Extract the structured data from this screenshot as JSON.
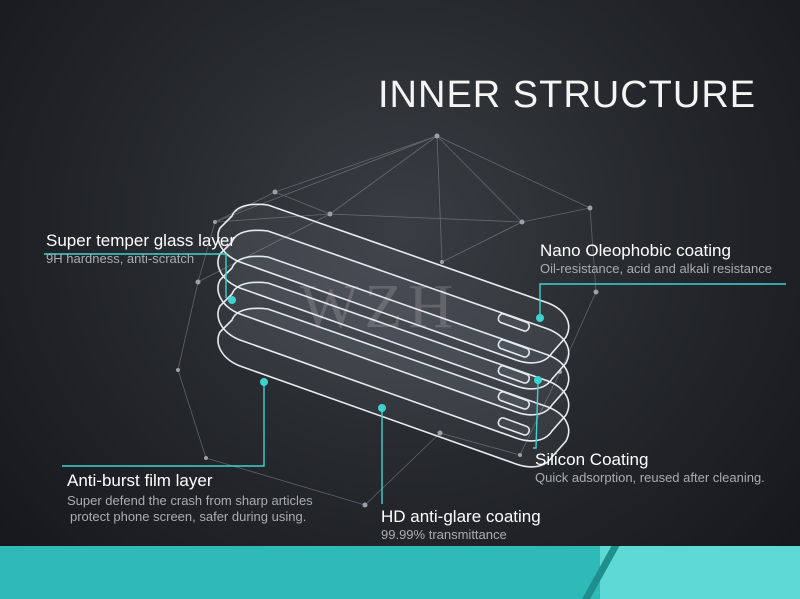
{
  "title": "INNER STRUCTURE",
  "watermark": "WZH",
  "accent_color": "#3fd3d0",
  "labels": {
    "super_temper": {
      "title": "Super temper glass layer",
      "sub": "9H hardness, anti-scratch"
    },
    "nano": {
      "title": "Nano Oleophobic coating",
      "sub": "Oil-resistance, acid and alkali resistance"
    },
    "silicon": {
      "title": "Silicon Coating",
      "sub": "Quick adsorption, reused after cleaning."
    },
    "anti_burst": {
      "title": "Anti-burst film layer",
      "sub1": "Super defend the crash from sharp articles",
      "sub2": "protect phone screen, safer during using."
    },
    "hd": {
      "title": "HD anti-glare coating",
      "sub": "99.99% transmittance"
    }
  }
}
